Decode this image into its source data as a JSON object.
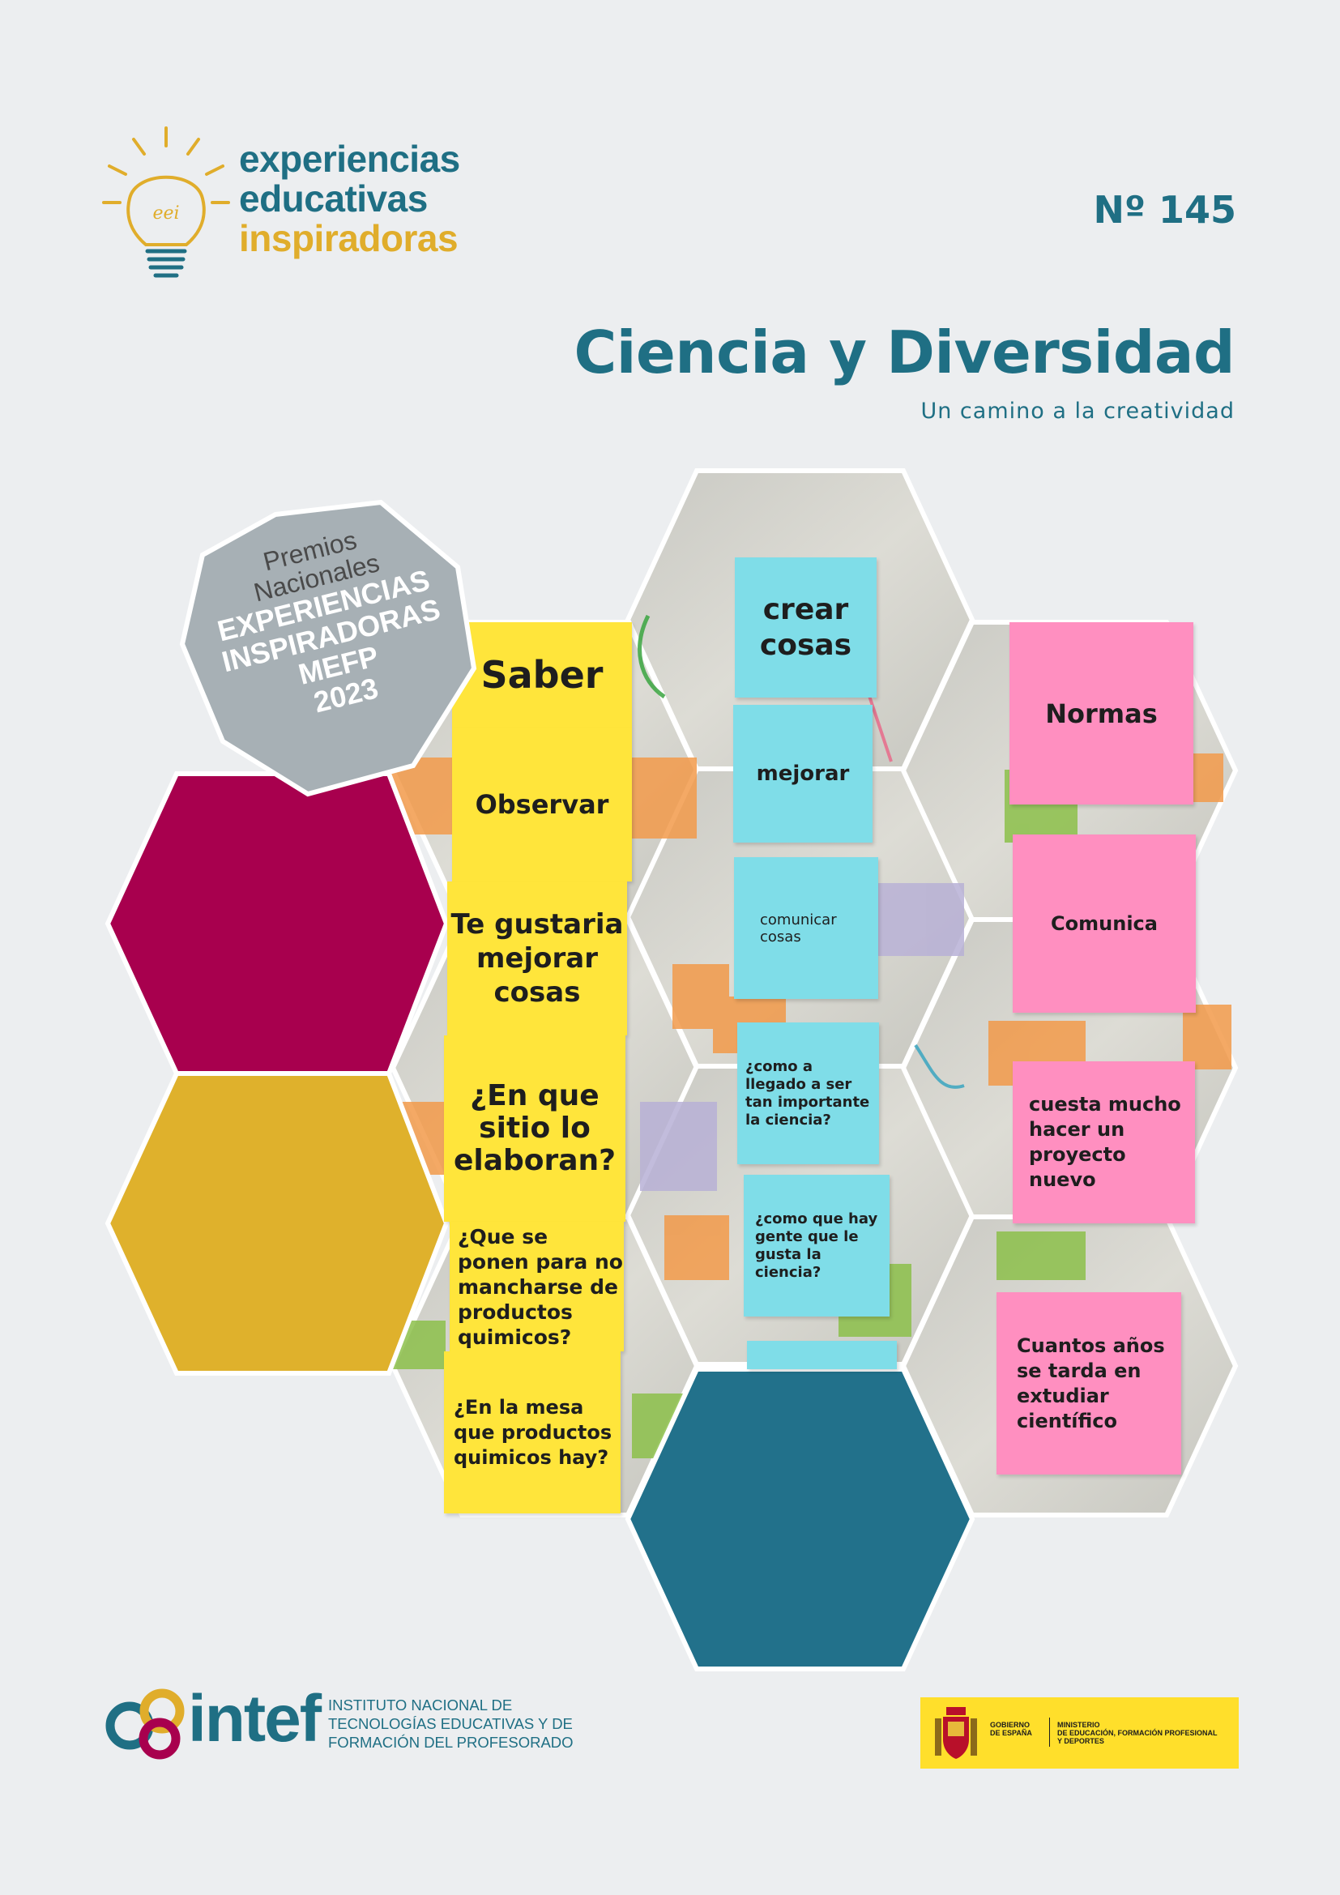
{
  "brand": {
    "line1": "experiencias",
    "line2": "educativas",
    "line3": "inspiradoras",
    "bulb_mark": "eei"
  },
  "issue": "Nº 145",
  "title": "Ciencia y Diversidad",
  "subtitle": "Un camino a la creatividad",
  "badge": {
    "line1": "Premios",
    "line2": "Nacionales",
    "line3": "EXPERIENCIAS",
    "line4": "INSPIRADORAS",
    "line5": "MEFP",
    "line6": "2023"
  },
  "notes": {
    "saber": "Saber",
    "observar": "Observar",
    "te_gustaria": "Te gustaria mejorar cosas",
    "en_que_sitio": "¿En que sitio lo elaboran?",
    "que_se_ponen": "¿Que se ponen para no mancharse de productos quimicos?",
    "en_la_mesa": "¿En la mesa que productos quimicos hay?",
    "crear_cosas": "crear cosas",
    "mejorar": "mejorar",
    "comunicar_cosas": "comunicar cosas",
    "como_a_llegado": "¿como a llegado a ser tan importante la ciencia?",
    "como_que_hay": "¿como que hay gente que le gusta la ciencia?",
    "normas": "Normas",
    "comunica": "Comunica",
    "cuesta_mucho": "cuesta mucho hacer un proyecto nuevo",
    "cuantos_anos": "Cuantos años se tarda en extudiar científico"
  },
  "footer": {
    "intef_word": "intef",
    "intef_line1": "INSTITUTO NACIONAL DE",
    "intef_line2": "TECNOLOGÍAS EDUCATIVAS Y DE",
    "intef_line3": "FORMACIÓN DEL PROFESORADO",
    "gov_line1": "GOBIERNO",
    "gov_line2": "DE ESPAÑA",
    "ministry_line1": "MINISTERIO",
    "ministry_line2": "DE EDUCACIÓN, FORMACIÓN PROFESIONAL",
    "ministry_line3": "Y DEPORTES"
  },
  "colors": {
    "brand_teal": "#1f6f84",
    "brand_gold": "#e0ad2b",
    "hex_magenta": "#a8004e",
    "hex_mustard": "#dfb12c",
    "hex_teal": "#22718b",
    "badge_gray": "#a7b0b5"
  }
}
